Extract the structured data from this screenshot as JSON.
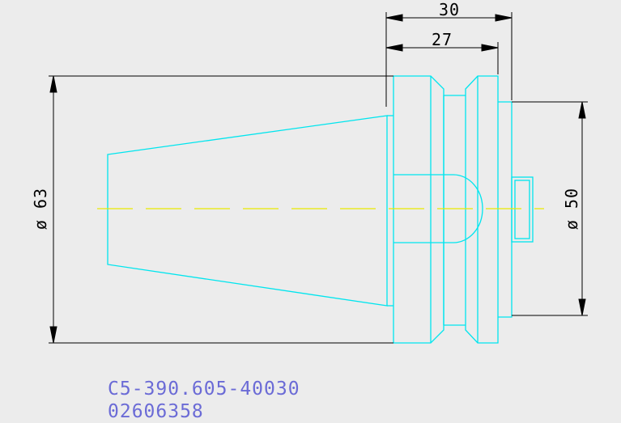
{
  "drawing": {
    "dimensions": {
      "overall_length": "30",
      "flange_length": "27",
      "taper_diameter": "ø 63",
      "body_diameter": "ø 50"
    },
    "part_number": "C5-390.605-40030",
    "item_code": "02606358"
  },
  "colors": {
    "background": "#ececec",
    "part_outline": "#00e5ee",
    "centerline": "#e8e800",
    "dimension": "#000000",
    "caption": "#6b6bd6"
  }
}
